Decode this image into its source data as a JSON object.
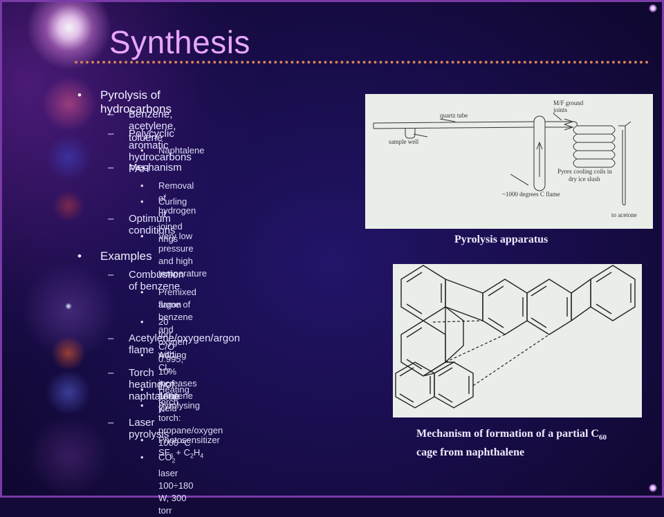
{
  "title": "Synthesis",
  "bullets": {
    "pyrolysis": {
      "label": "Pyrolysis of hydrocarbons",
      "sub1": "Benzene, acetylene, toluene",
      "sub2": "Polycyclic aromatic hydrocarbons PAH",
      "sub2_item": "Naphtalene",
      "sub3": "Mechanism",
      "sub3_items": [
        "Removal of hydrogen",
        "Curling of joined rings"
      ],
      "sub4": "Optimum conditions",
      "sub4_item": "Very low pressure and high temperature"
    },
    "examples": {
      "label": "Examples",
      "combustion": "Combustion of benzene",
      "combustion_items": [
        "Premixed flame of benzene and oxygen with",
        "argon",
        "20 torr, C/O 0.995, 10% Ar, 1800 K"
      ],
      "acetylene": "Acetylene/oxygen/argon flame",
      "acetylene_item_pre": "Adding Cl",
      "acetylene_item_sub": "2",
      "acetylene_item_post": " increases fullerene yield",
      "torch": "Torch heating of naphtalene",
      "torch_items": [
        "Heating torch",
        "Pyrolysing torch: propane/oxygen 1000 ºC"
      ],
      "laser": "Laser pyrolysis",
      "laser_item1": {
        "a": "Photosensitizer  SF",
        "a_sub": "6",
        "b": " + C",
        "b_sub": "2",
        "c": "H",
        "c_sub": "4"
      },
      "laser_item2": {
        "a": "CO",
        "a_sub": "2",
        "b": " laser 100÷180 W, 300 torr"
      }
    }
  },
  "figure1": {
    "labels": {
      "ground_joints_1": "M/F ground",
      "ground_joints_2": "joints",
      "quartz_tube": "quartz tube",
      "sample_well": "sample well",
      "cooling_1": "Pyrex cooling coils in",
      "cooling_2": "dry ice slush",
      "flame": "~1000 degrees C flame",
      "acetone": "to acetone"
    },
    "caption": "Pyrolysis apparatus"
  },
  "figure2": {
    "caption_line1": "Mechanism of formation of a partial C",
    "caption_sub": "60",
    "caption_line2": "cage from naphthalene"
  },
  "colors": {
    "title": "#e8a6ff",
    "rule": "#d37f5a",
    "frame": "#7a3aa8",
    "background": "#140a3a"
  }
}
